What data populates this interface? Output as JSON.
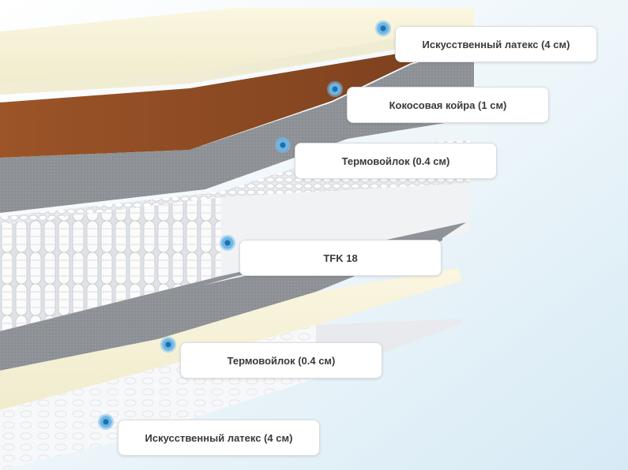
{
  "layers": [
    {
      "label": "Искусственный латекс (4 см)"
    },
    {
      "label": "Кокосовая койра (1 см)"
    },
    {
      "label": "Термовойлок (0.4 см)"
    },
    {
      "label": "TFK 18"
    },
    {
      "label": "Термовойлок (0.4 см)"
    },
    {
      "label": "Искусственный латекс (4 см)"
    }
  ],
  "colors": {
    "latex": "#f7f3dc",
    "coir": "#8b4a24",
    "felt": "#8c8f93",
    "springs": "#f4f5f7",
    "marker": "#6bb6e8",
    "callout_text": "#3a3a3a"
  }
}
